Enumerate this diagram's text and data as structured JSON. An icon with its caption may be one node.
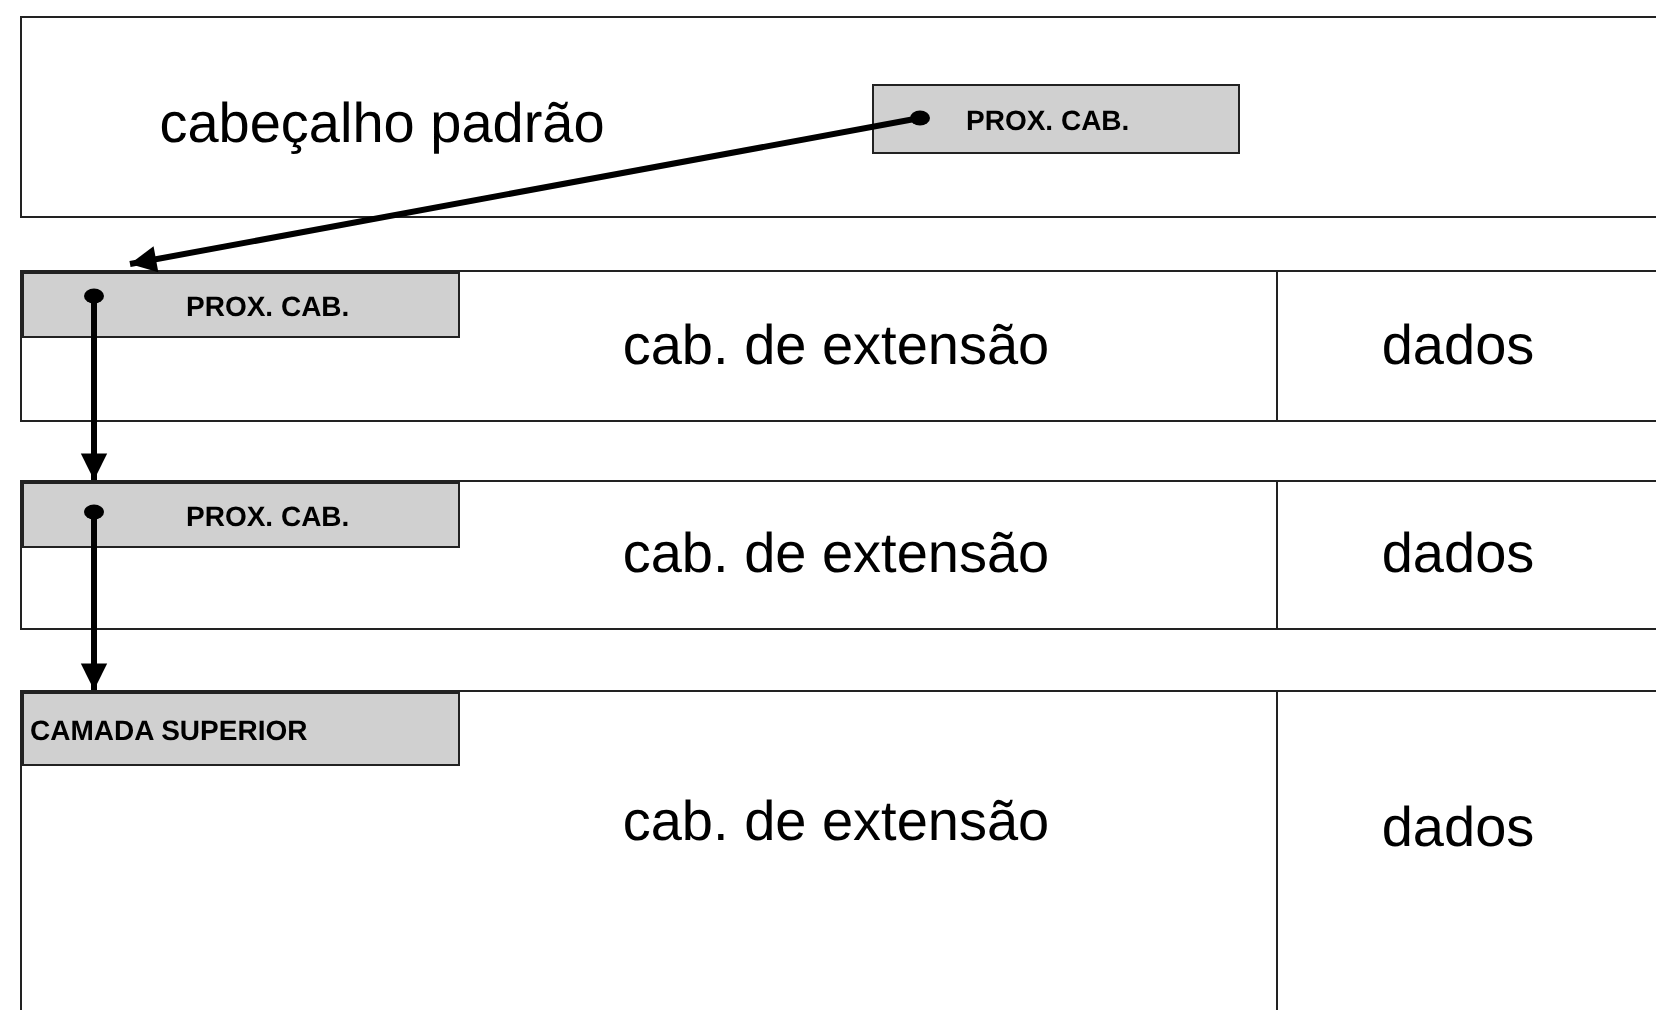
{
  "diagram": {
    "nodes": [
      {
        "text": [
          "cabeçalho padrão"
        ]
      },
      {
        "text": [
          "PROX. CAB."
        ],
        "in": 0
      },
      {
        "text": [
          "cab. de extensão",
          "dados"
        ]
      },
      {
        "text": [
          "PROX. CAB."
        ],
        "in": 2
      },
      {
        "text": [
          "cab. de extensão",
          "dados"
        ]
      },
      {
        "text": [
          "PROX. CAB."
        ],
        "in": 4
      },
      {
        "text": [
          "cab. de extensão",
          "dados"
        ]
      },
      {
        "text": [
          "CAMADA SUPERIOR"
        ],
        "in": 6
      }
    ],
    "edges": [
      {
        "from": 1,
        "to": 3,
        "arrow": "to"
      },
      {
        "from": 3,
        "to": 5,
        "arrow": "to"
      },
      {
        "from": 5,
        "to": 7,
        "arrow": "to"
      }
    ]
  }
}
